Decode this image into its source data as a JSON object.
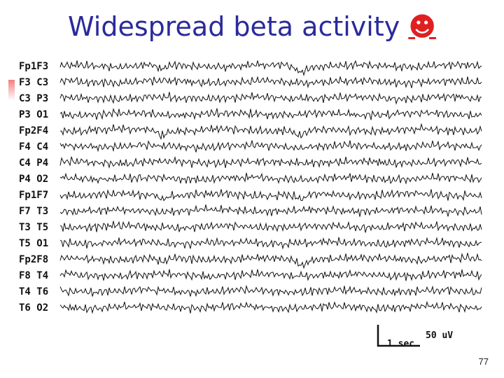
{
  "slide": {
    "title": "Widespread beta activity",
    "title_symbol": "☻",
    "page_number": "77"
  },
  "eeg": {
    "channels": [
      "Fp1F3",
      "F3 C3",
      "C3 P3",
      "P3 O1",
      "Fp2F4",
      "F4 C4",
      "C4 P4",
      "P4 O2",
      "Fp1F7",
      "F7 T3",
      "T3 T5",
      "T5 O1",
      "Fp2F8",
      "F8 T4",
      "T4 T6",
      "T6 O2"
    ],
    "scale_voltage_label": "50 uV",
    "scale_time_label": "1 sec"
  },
  "colors": {
    "title": "#2a2a9c",
    "symbol": "#e02020",
    "trace": "#111111"
  }
}
